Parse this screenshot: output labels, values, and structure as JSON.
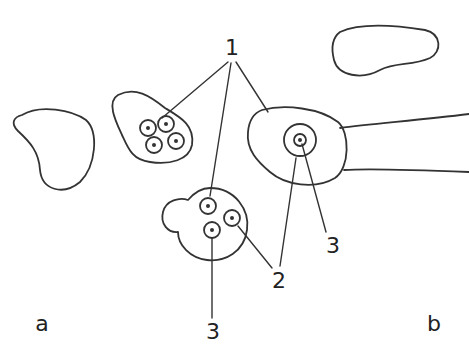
{
  "diagram": {
    "labels": [
      "1",
      "3",
      "2",
      "3",
      "a",
      "b"
    ]
  }
}
